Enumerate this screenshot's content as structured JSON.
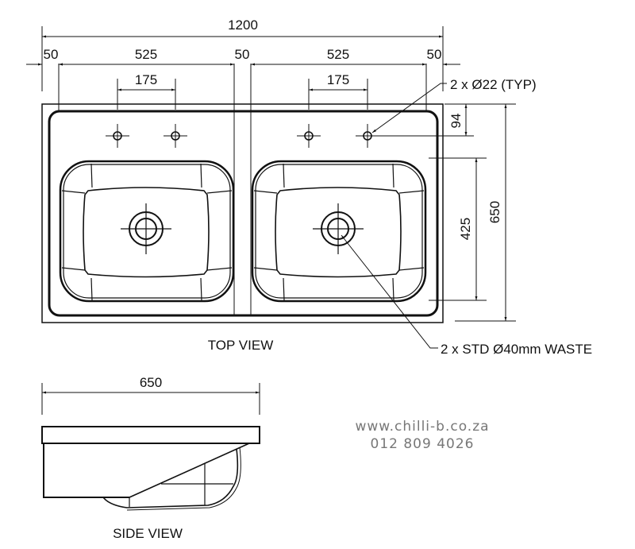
{
  "drawing": {
    "top_view": {
      "title": "TOP VIEW",
      "dimensions": {
        "overall_width": "1200",
        "left_margin": "50",
        "bowl_width_left": "525",
        "center_divider": "50",
        "bowl_width_right": "525",
        "right_margin": "50",
        "tap_spacing_left": "175",
        "tap_spacing_right": "175",
        "tap_offset": "94",
        "bowl_depth": "425",
        "overall_depth": "650"
      },
      "callouts": {
        "tap_holes": "2 x Ø22 (TYP)",
        "waste": "2 x STD Ø40mm WASTE"
      }
    },
    "side_view": {
      "title": "SIDE VIEW",
      "dimensions": {
        "depth": "650"
      }
    },
    "contact": {
      "website": "www.chilli-b.co.za",
      "phone": "012 809 4026"
    },
    "colors": {
      "line": "#111111",
      "contact_text": "#777777"
    }
  }
}
